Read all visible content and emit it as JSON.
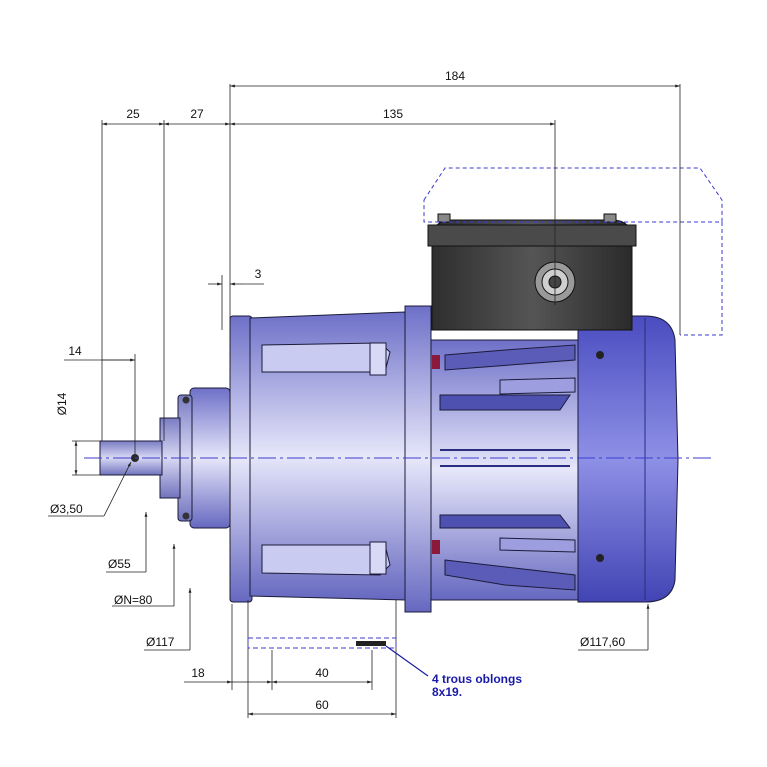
{
  "dimensions": {
    "d184": "184",
    "d25": "25",
    "d27": "27",
    "d135": "135",
    "d3": "3",
    "d14": "14",
    "dia14": "Ø14",
    "dia3_50": "Ø3,50",
    "dia55": "Ø55",
    "diaN80": "ØN=80",
    "dia117": "Ø117",
    "dia117_60": "Ø117,60",
    "d18": "18",
    "d40": "40",
    "d60": "60"
  },
  "note": {
    "line1": "4 trous oblongs",
    "line2": "8x19."
  },
  "colors": {
    "body": "#8a8cd8",
    "cap": "#5a5ccc",
    "terminal_box": "#3c3c3c",
    "outline": "#1b1b3a",
    "note": "#1a1aa8"
  }
}
